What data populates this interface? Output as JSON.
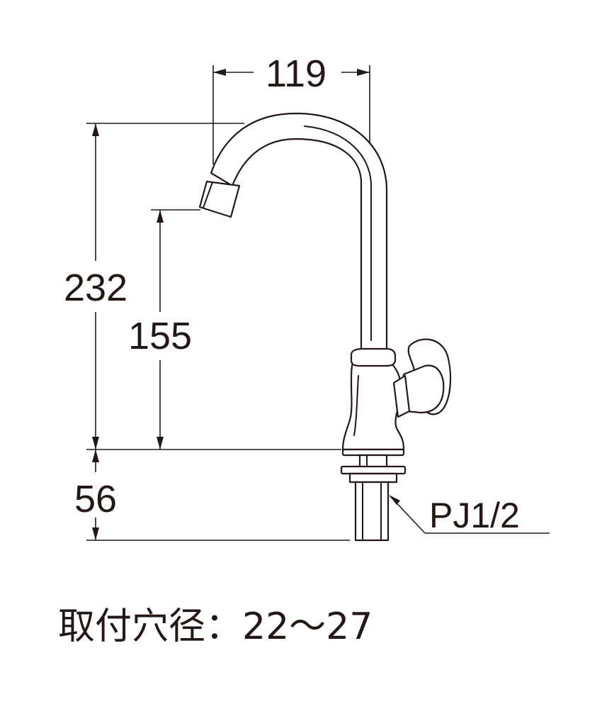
{
  "dimensions": {
    "spout_reach": "119",
    "total_height": "232",
    "spout_height": "155",
    "base_height": "56"
  },
  "labels": {
    "thread": "PJ1/2"
  },
  "caption": "取付穴径：22～27",
  "colors": {
    "line": "#231815",
    "background": "#ffffff"
  }
}
